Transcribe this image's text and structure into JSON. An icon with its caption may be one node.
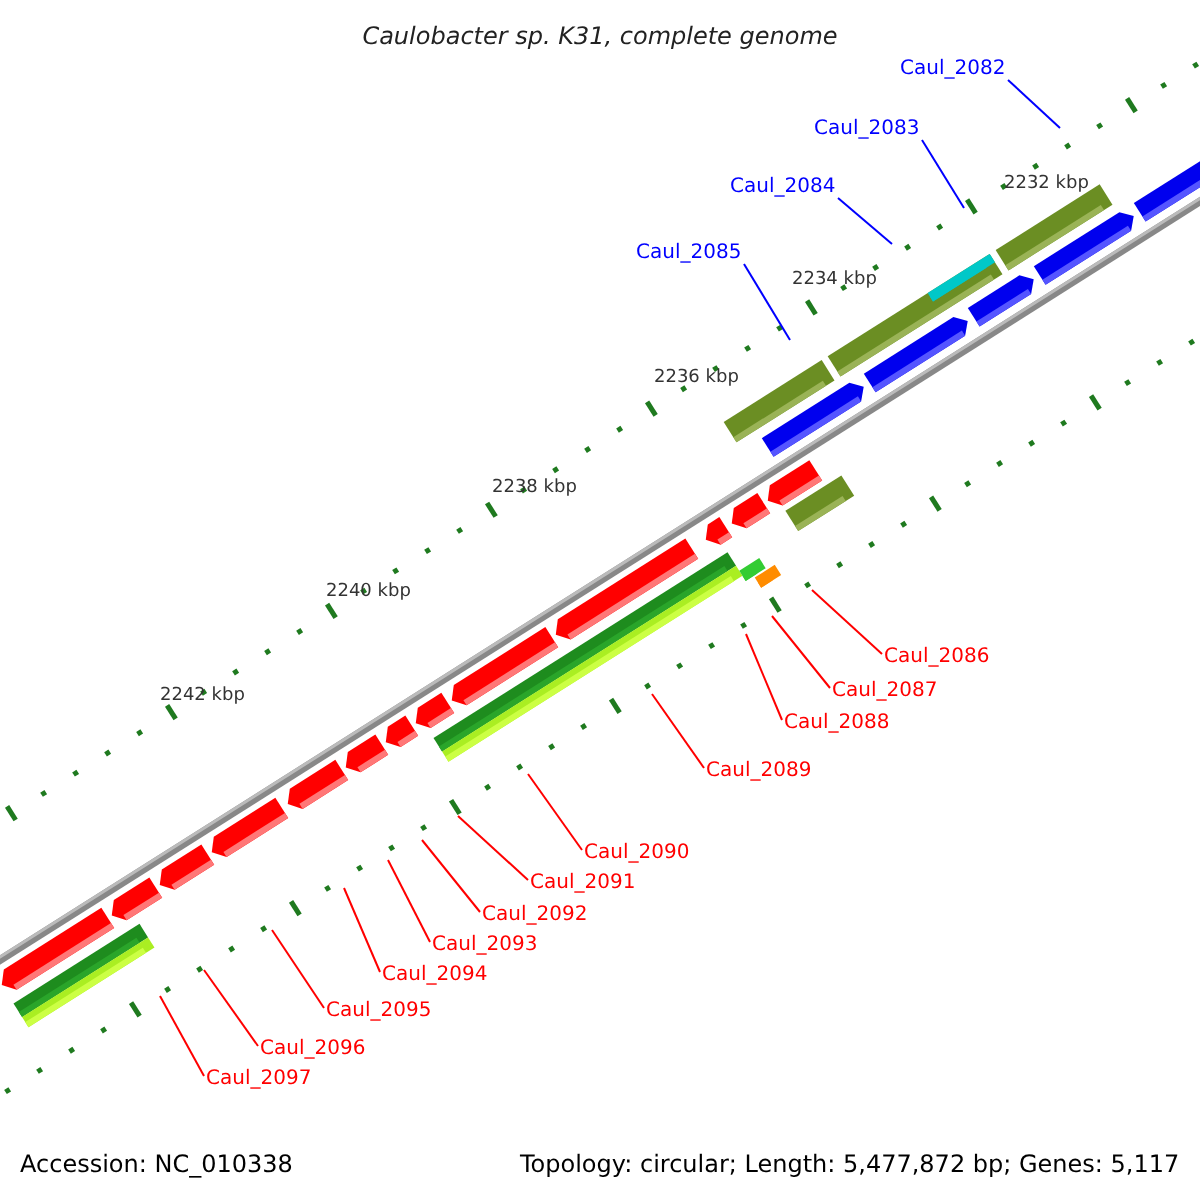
{
  "diagram": {
    "title": "Caulobacter sp. K31, complete genome",
    "nodes": [
      {
        "text": [
          "Caul_2082"
        ]
      },
      {
        "text": [
          "Caul_2083"
        ]
      },
      {
        "text": [
          "Caul_2084"
        ]
      },
      {
        "text": [
          "Caul_2085"
        ]
      },
      {
        "text": [
          "Caul_2086"
        ]
      },
      {
        "text": [
          "Caul_2087"
        ]
      },
      {
        "text": [
          "Caul_2088"
        ]
      },
      {
        "text": [
          "Caul_2089"
        ]
      },
      {
        "text": [
          "Caul_2090"
        ]
      },
      {
        "text": [
          "Caul_2091"
        ]
      },
      {
        "text": [
          "Caul_2092"
        ]
      },
      {
        "text": [
          "Caul_2093"
        ]
      },
      {
        "text": [
          "Caul_2094"
        ]
      },
      {
        "text": [
          "Caul_2095"
        ]
      },
      {
        "text": [
          "Caul_2096"
        ]
      },
      {
        "text": [
          "Caul_2097"
        ]
      }
    ],
    "edges": [
      {
        "from": 0,
        "to": null,
        "arrow": "none",
        "color": "#0000ff"
      },
      {
        "from": 1,
        "to": null,
        "arrow": "none",
        "color": "#0000ff"
      },
      {
        "from": 2,
        "to": null,
        "arrow": "none",
        "color": "#0000ff"
      },
      {
        "from": 3,
        "to": null,
        "arrow": "none",
        "color": "#0000ff"
      },
      {
        "from": 4,
        "to": null,
        "arrow": "none"
      },
      {
        "from": 5,
        "to": null,
        "arrow": "none"
      },
      {
        "from": 6,
        "to": null,
        "arrow": "none"
      },
      {
        "from": 7,
        "to": null,
        "arrow": "none"
      },
      {
        "from": 8,
        "to": null,
        "arrow": "none"
      },
      {
        "from": 9,
        "to": null,
        "arrow": "none"
      },
      {
        "from": 10,
        "to": null,
        "arrow": "none"
      },
      {
        "from": 11,
        "to": null,
        "arrow": "none"
      },
      {
        "from": 12,
        "to": null,
        "arrow": "none"
      },
      {
        "from": 13,
        "to": null,
        "arrow": "none"
      },
      {
        "from": 14,
        "to": null,
        "arrow": "none"
      },
      {
        "from": 15,
        "to": null,
        "arrow": "none"
      }
    ],
    "labels": [
      "2232 kbp",
      "2234 kbp",
      "2236 kbp",
      "2238 kbp",
      "2240 kbp",
      "2242 kbp",
      "Accession: NC_010338",
      "Topology: circular; Length: 5,477,872 bp; Genes: 5,117"
    ]
  }
}
